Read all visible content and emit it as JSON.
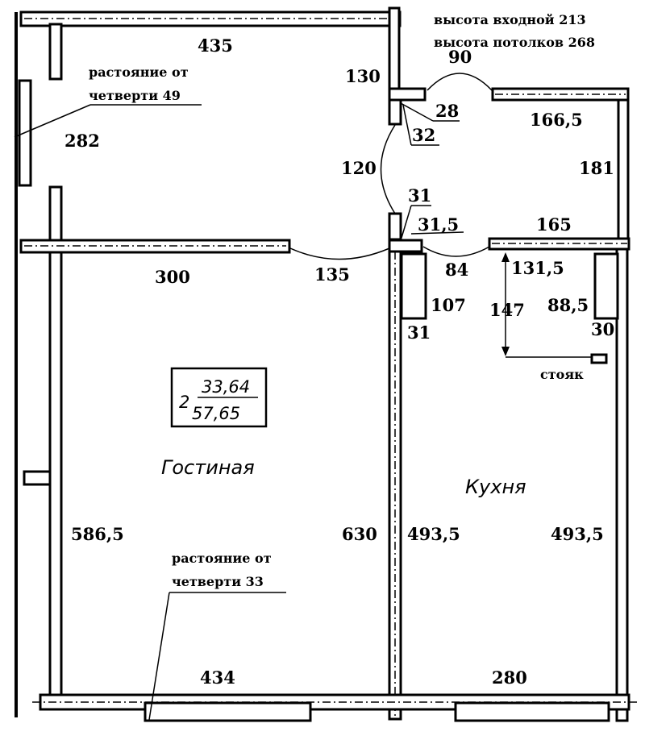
{
  "notes": {
    "entry_height": "высота входной 213",
    "ceiling_height": "высота потолков 268",
    "quarter_distance_1_line1": "растояние от",
    "quarter_distance_1_line2": "четверти 49",
    "quarter_distance_2_line1": "растояние от",
    "quarter_distance_2_line2": "четверти 33",
    "riser": "стояк"
  },
  "rooms": {
    "living": "Гостиная",
    "kitchen": "Кухня",
    "apartment_number": "2",
    "living_area": "33,64",
    "total_area": "57,65"
  },
  "dimensions": {
    "d435": "435",
    "d282": "282",
    "d130": "130",
    "d90": "90",
    "d28": "28",
    "d32": "32",
    "d166_5": "166,5",
    "d120": "120",
    "d181": "181",
    "d31a": "31",
    "d31_5": "31,5",
    "d165": "165",
    "d300": "300",
    "d135": "135",
    "d84": "84",
    "d131_5": "131,5",
    "d107": "107",
    "d147": "147",
    "d88_5": "88,5",
    "d31b": "31",
    "d30": "30",
    "d586_5": "586,5",
    "d630": "630",
    "d493_5a": "493,5",
    "d493_5b": "493,5",
    "d434": "434",
    "d280": "280"
  }
}
